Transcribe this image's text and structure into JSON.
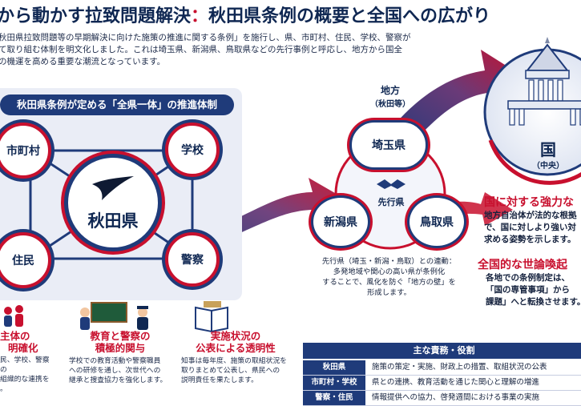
{
  "title": {
    "part1": "から動かす拉致問題解決",
    "colon": "：",
    "part2": "秋田県条例の概要と全国への広がり"
  },
  "intro": {
    "line1": "秋田県拉致問題等の早期解決に向けた施策の推進に関する条例」を施行し、県、市町村、住民、学校、警察が",
    "line2": "て取り組む体制を明文化しました。これは埼玉県、新潟県、鳥取県などの先行事例と呼応し、地方から国全",
    "line3": "の機運を高める重要な潮流となっています。"
  },
  "panel": {
    "title": "秋田県条例が定める「全県一体」の推進体制",
    "center": "秋田県",
    "nodes": [
      "市町村",
      "学校",
      "住民",
      "警察"
    ]
  },
  "local": {
    "label": "地方",
    "sublabel": "（秋田等）",
    "center": "先行県",
    "prefs": [
      "埼玉県",
      "新潟県",
      "鳥取県"
    ],
    "caption": [
      "先行県（埼玉・新潟・鳥取）との連動：",
      "多発地域や関心の高い県が条例化",
      "することで、風化を防ぐ「地方の壁」を",
      "形成します。"
    ]
  },
  "nation": {
    "label": "国",
    "sublabel": "（中央）",
    "head1": "国に対する強力な",
    "text1": [
      "地方自治体が法的な根拠",
      "で、国に対しより強い対",
      "求める姿勢を示します。"
    ],
    "head2": "全国的な世論喚起",
    "text2": [
      "各地での条例制定は、",
      "「国の専管事項」から",
      "課題」へと転換させます。"
    ]
  },
  "features": [
    {
      "head": [
        "主体の",
        "明確化"
      ],
      "text": [
        "民、学校、警察の",
        "組織的な連携を",
        "。"
      ]
    },
    {
      "head": [
        "教育と警察の",
        "積極的関与"
      ],
      "text": [
        "学校での教育活動や警察職員",
        "への研修を通し、次世代への",
        "継承と捜査協力を強化します。"
      ]
    },
    {
      "head": [
        "実施状況の",
        "公表による透明性"
      ],
      "text": [
        "知事は毎年度、施策の取組状況を",
        "取りまとめて公表し、県民への",
        "説明責任を果たします。"
      ]
    }
  ],
  "duties": {
    "header": "主な責務・役割",
    "rows": [
      {
        "k": "秋田県",
        "v": "施策の策定・実施、財政上の措置、取組状況の公表"
      },
      {
        "k": "市町村・学校",
        "v": "県との連携、教育活動を通じた関心と理解の増進"
      },
      {
        "k": "警察・住民",
        "v": "情報提供への協力、啓発週間における事業の実施"
      }
    ]
  },
  "colors": {
    "navy": "#1f3b7a",
    "red": "#c8102e",
    "panel": "#eaedf6"
  },
  "icons": [
    "handshake-icon",
    "diet-building-icon",
    "teacher-icon",
    "police-officer-icon",
    "report-book-icon",
    "people-icon",
    "akita-emblem"
  ]
}
